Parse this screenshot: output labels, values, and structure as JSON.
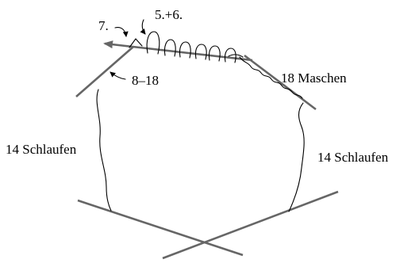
{
  "labels": {
    "row_seven": "7.",
    "rows_five_six": "5.+6.",
    "rows_eight_eighteen": "8–18",
    "stitches": "18 Maschen",
    "loops_left": "14 Schlaufen",
    "loops_right": "14 Schlaufen"
  },
  "colors": {
    "needle": "#666666",
    "yarn": "#000000",
    "text": "#000000",
    "background": "#ffffff"
  }
}
